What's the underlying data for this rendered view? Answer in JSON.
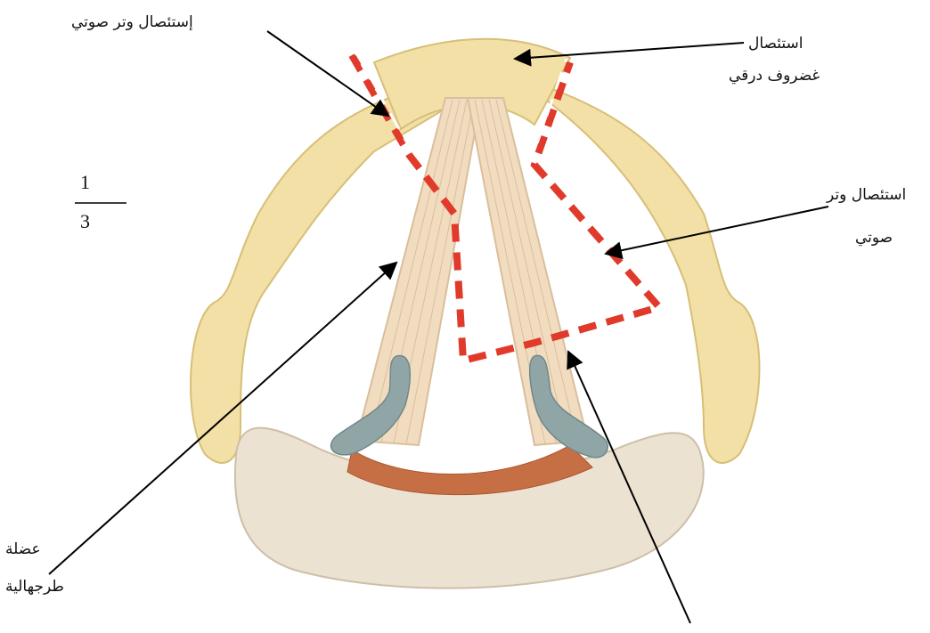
{
  "labels": {
    "top_left": "إستئصال  وتر صوتي",
    "top_right_line1": "استئصال",
    "top_right_line2": "غضروف درقي",
    "right_line1": "استئصال وتر",
    "right_line2": "صوتي",
    "bottom_left_line1": "عضلة",
    "bottom_left_line2": "طرجهالية"
  },
  "fraction": {
    "numerator": "1",
    "denominator": "3"
  },
  "colors": {
    "cartilage": "#f2e0a6",
    "cartilage_edge": "#d7bf78",
    "muscle": "#f1dcc0",
    "muscle_line": "#d9bf9c",
    "arytenoid": "#8fa5a6",
    "band": "#c66f45",
    "cricoid": "#ece2d2",
    "cut_line": "#e03a2b"
  }
}
